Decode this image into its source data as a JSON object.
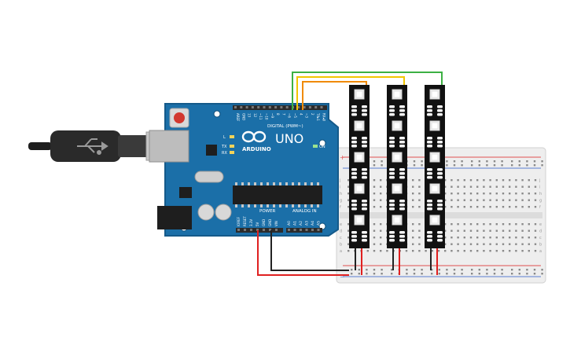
{
  "arduino": {
    "brand": "ARDUINO",
    "model": "UNO",
    "digital_label": "DIGITAL (PWM~)",
    "power_label": "POWER",
    "analog_label": "ANALOG IN",
    "on_label": "ON",
    "led_l": "L",
    "led_tx": "TX",
    "led_rx": "RX",
    "top_pins": [
      "AREF",
      "GND",
      "13",
      "12",
      "~11",
      "~10",
      "~9",
      "8",
      "7",
      "~6",
      "~5",
      "4",
      "~3",
      "2",
      "TX▸1",
      "RX◂0"
    ],
    "power_pins": [
      "IOREF",
      "RESET",
      "3.3V",
      "5V",
      "GND",
      "GND",
      "VIN"
    ],
    "analog_pins": [
      "A0",
      "A1",
      "A2",
      "A3",
      "A4",
      "A5"
    ],
    "colors": {
      "board": "#1b6fa8",
      "board_edge": "#155a8a",
      "header": "#2b2b2b"
    }
  },
  "breadboard": {
    "row_letters_top": [
      "j",
      "i",
      "h",
      "g",
      "f"
    ],
    "row_letters_bottom": [
      "e",
      "d",
      "c",
      "b",
      "a"
    ],
    "plus_label": "+",
    "minus_label": "−"
  },
  "led_strips": {
    "count": 3,
    "pixels_per_strip": 5
  },
  "wires": {
    "colors": {
      "red": "#e02020",
      "black": "#222222",
      "green": "#3cb043",
      "yellow": "#f2c500",
      "orange": "#f08a00"
    }
  }
}
